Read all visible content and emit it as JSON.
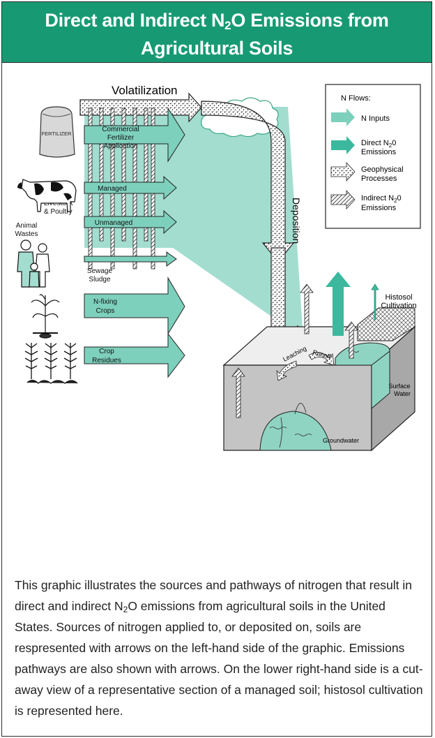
{
  "title": {
    "line1_a": "Direct and Indirect N",
    "line1_sub": "2",
    "line1_b": "O Emissions from",
    "line2": "Agricultural Soils"
  },
  "labels": {
    "volatilization": "Volatilization",
    "deposition": "Deposition",
    "fertilizer_bag": "FERTILIZER",
    "commercial_fertilizer_1": "Commercial",
    "commercial_fertilizer_2": "Fertilizer",
    "commercial_fertilizer_3": "Application",
    "managed": "Managed",
    "livestock_1": "Livestock",
    "livestock_2": "& Poultry",
    "animal_wastes_1": "Animal",
    "animal_wastes_2": "Wastes",
    "unmanaged": "Unmanaged",
    "sewage_1": "Sewage",
    "sewage_2": "Sludge",
    "nfixing_1": "N-fixing",
    "nfixing_2": "Crops",
    "crop_residues_1": "Crop",
    "crop_residues_2": "Residues",
    "histosol_1": "Histosol",
    "histosol_2": "Cultivation",
    "leaching": "Leaching",
    "runoff": "Runoff",
    "surface_water_1": "Surface",
    "surface_water_2": "Water",
    "groundwater": "Groundwater"
  },
  "legend": {
    "title": "N Flows:",
    "n_inputs": "N Inputs",
    "direct_1a": "Direct N",
    "direct_1sub": "2",
    "direct_1b": "0",
    "direct_2": "Emissions",
    "geo_1": "Geophysical",
    "geo_2": "Processes",
    "indirect_1a": "Indirect N",
    "indirect_1sub": "2",
    "indirect_1b": "0",
    "indirect_2": "Emissions"
  },
  "caption": {
    "part1": "This graphic illustrates the sources and pathways of nitrogen that result in direct and indirect N",
    "sub": "2",
    "part2": "O emissions from agricultural soils in the United States. Sources of nitrogen applied to, or deposited on, soils are respresented with arrows on the left-hand side of the graphic. Emissions pathways are also shown with arrows. On the lower right-hand side is a cut-away view of a representative section of a managed soil; histosol cultivation is represented here."
  },
  "colors": {
    "title_bg": "#179a73",
    "input_arrow": "#7dd0bc",
    "input_band": "#a3ddd0",
    "direct_arrow": "#3bb89d",
    "water": "#8fd4c2",
    "soil_front": "#c4c4c4",
    "soil_side": "#a8a8a8"
  },
  "icons": [
    "fertilizer-bag-icon",
    "cow-icon",
    "family-icon",
    "plant-icon",
    "corn-icon",
    "cloud-icon"
  ]
}
